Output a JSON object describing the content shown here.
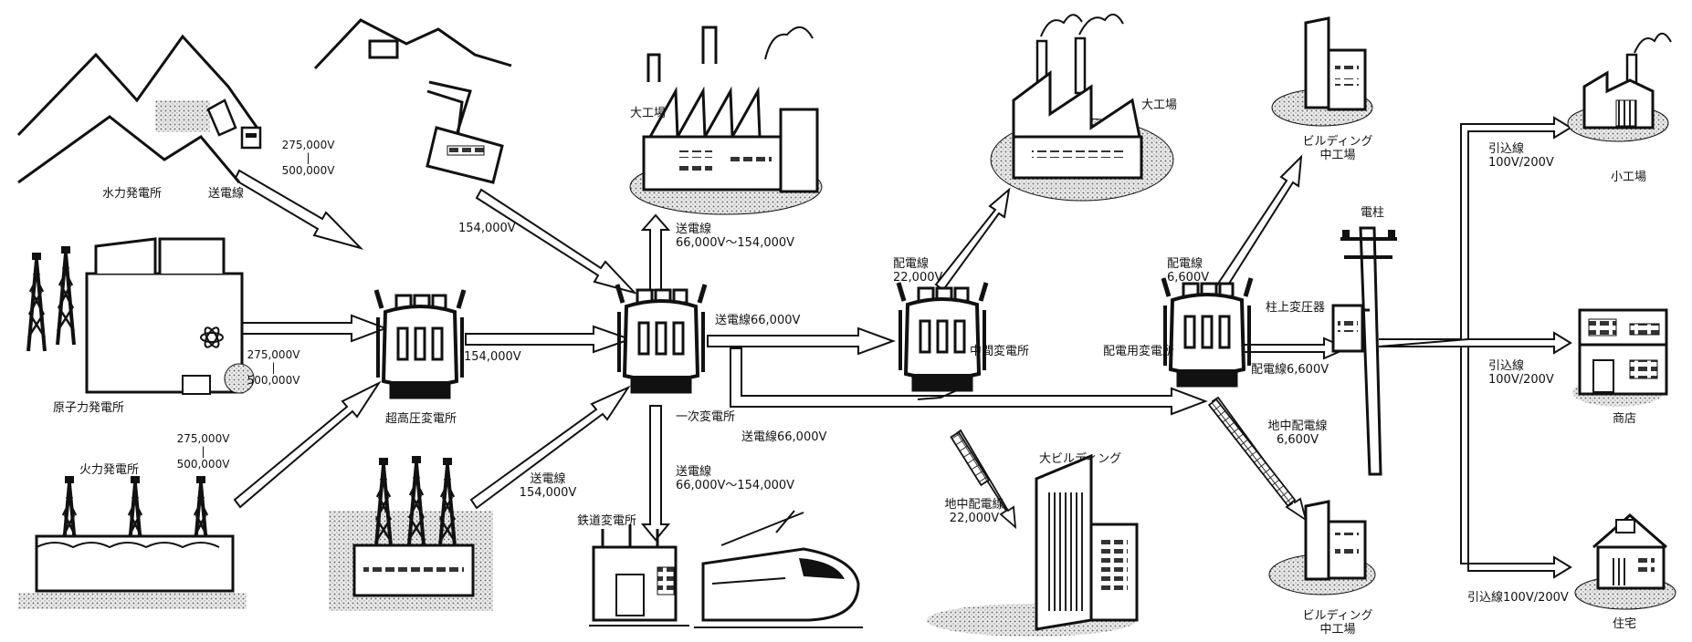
{
  "nodes": {
    "hydro": {
      "label": "水力発電所"
    },
    "nuclear": {
      "label": "原子力発電所"
    },
    "thermal": {
      "label": "火力発電所"
    },
    "ultra_sub": {
      "label": "超高圧変電所"
    },
    "primary_sub": {
      "label": "一次変電所"
    },
    "railway_sub": {
      "label": "鉄道変電所"
    },
    "big_factory_1": {
      "label": "大工場"
    },
    "big_factory_2": {
      "label": "大工場"
    },
    "relay_sub": {
      "label": "中間変電所"
    },
    "big_building": {
      "label": "大ビルディング"
    },
    "dist_sub": {
      "label": "配電用変電所"
    },
    "building_mid_top": {
      "label": "ビルディング\n中工場"
    },
    "building_mid_bottom": {
      "label": "ビルディング\n中工場"
    },
    "pole": {
      "label": "電柱"
    },
    "pole_transformer": {
      "label": "柱上変圧器"
    },
    "small_factory": {
      "label": "小工場"
    },
    "shop": {
      "label": "商店"
    },
    "house": {
      "label": "住宅"
    }
  },
  "links": {
    "hydro_line": {
      "label": "送電線"
    },
    "hydro_voltage": {
      "label": "275,000V\n|\n500,000V"
    },
    "nuclear_voltage": {
      "label": "275,000V\n|\n500,000V"
    },
    "thermal_voltage": {
      "label": "275,000V\n|\n500,000V"
    },
    "dam_voltage": {
      "label": "154,000V"
    },
    "ultra_to_primary": {
      "label": "154,000V"
    },
    "plant_line": {
      "label": "送電線\n154,000V"
    },
    "to_factory": {
      "label": "送電線\n66,000V～154,000V"
    },
    "to_railway": {
      "label": "送電線\n66,000V～154,000V"
    },
    "to_relay": {
      "label": "送電線66,000V"
    },
    "to_dist": {
      "label": "送電線66,000V"
    },
    "relay_to_factory": {
      "label": "配電線\n22,000V"
    },
    "relay_underground": {
      "label": "地中配電線\n22,000V"
    },
    "dist_to_building": {
      "label": "配電線\n6,600V"
    },
    "dist_to_pole": {
      "label": "配電線6,600V"
    },
    "dist_underground": {
      "label": "地中配電線\n6,600V"
    },
    "service_small_factory": {
      "label": "引込線\n100V/200V"
    },
    "service_shop": {
      "label": "引込線\n100V/200V"
    },
    "service_house": {
      "label": "引込線100V/200V"
    }
  }
}
